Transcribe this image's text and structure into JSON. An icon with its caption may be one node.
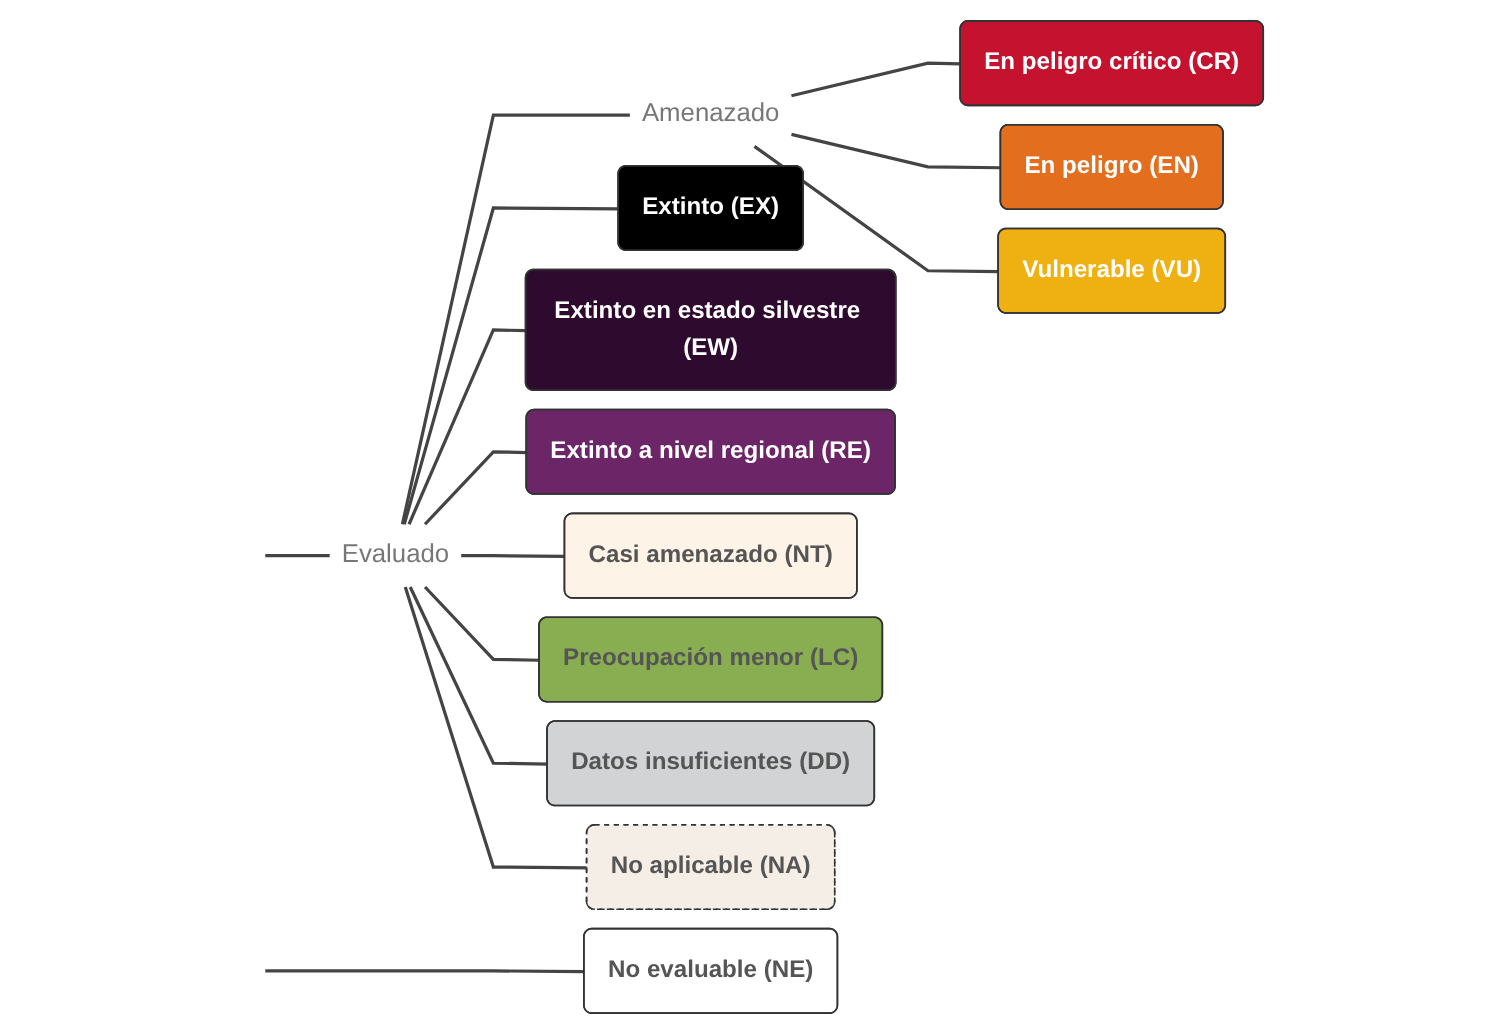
{
  "diagram": {
    "nodes": [
      {
        "text": [
          "Evaluado"
        ]
      },
      {
        "text": [
          "Amenazado"
        ]
      },
      {
        "text": [
          "Extinto (EX)"
        ]
      },
      {
        "text": [
          "Extinto en estado silvestre (EW)"
        ]
      },
      {
        "text": [
          "Extinto a nivel regional (RE)"
        ]
      },
      {
        "text": [
          "En peligro crítico (CR)"
        ]
      },
      {
        "text": [
          "En peligro (EN)"
        ]
      },
      {
        "text": [
          "Vulnerable (VU)"
        ]
      },
      {
        "text": [
          "Casi amenazado (NT)"
        ]
      },
      {
        "text": [
          "Preocupación menor (LC)"
        ]
      },
      {
        "text": [
          "Datos insuficientes (DD)"
        ]
      },
      {
        "text": [
          "No aplicable (NA)"
        ]
      },
      {
        "text": [
          "No evaluable (NE)"
        ]
      }
    ],
    "edges": [
      {
        "from": null,
        "to": 0,
        "arrow": "none"
      },
      {
        "from": null,
        "to": 12,
        "arrow": "none"
      },
      {
        "from": 0,
        "to": 2,
        "arrow": "none"
      },
      {
        "from": 0,
        "to": 3,
        "arrow": "none"
      },
      {
        "from": 0,
        "to": 4,
        "arrow": "none"
      },
      {
        "from": 0,
        "to": 1,
        "arrow": "none"
      },
      {
        "from": 1,
        "to": 5,
        "arrow": "none"
      },
      {
        "from": 1,
        "to": 6,
        "arrow": "none"
      },
      {
        "from": 1,
        "to": 7,
        "arrow": "none"
      },
      {
        "from": 0,
        "to": 8,
        "arrow": "none"
      },
      {
        "from": 0,
        "to": 9,
        "arrow": "none"
      },
      {
        "from": 0,
        "to": 10,
        "arrow": "none"
      },
      {
        "from": 0,
        "to": 11,
        "arrow": "none"
      }
    ]
  }
}
